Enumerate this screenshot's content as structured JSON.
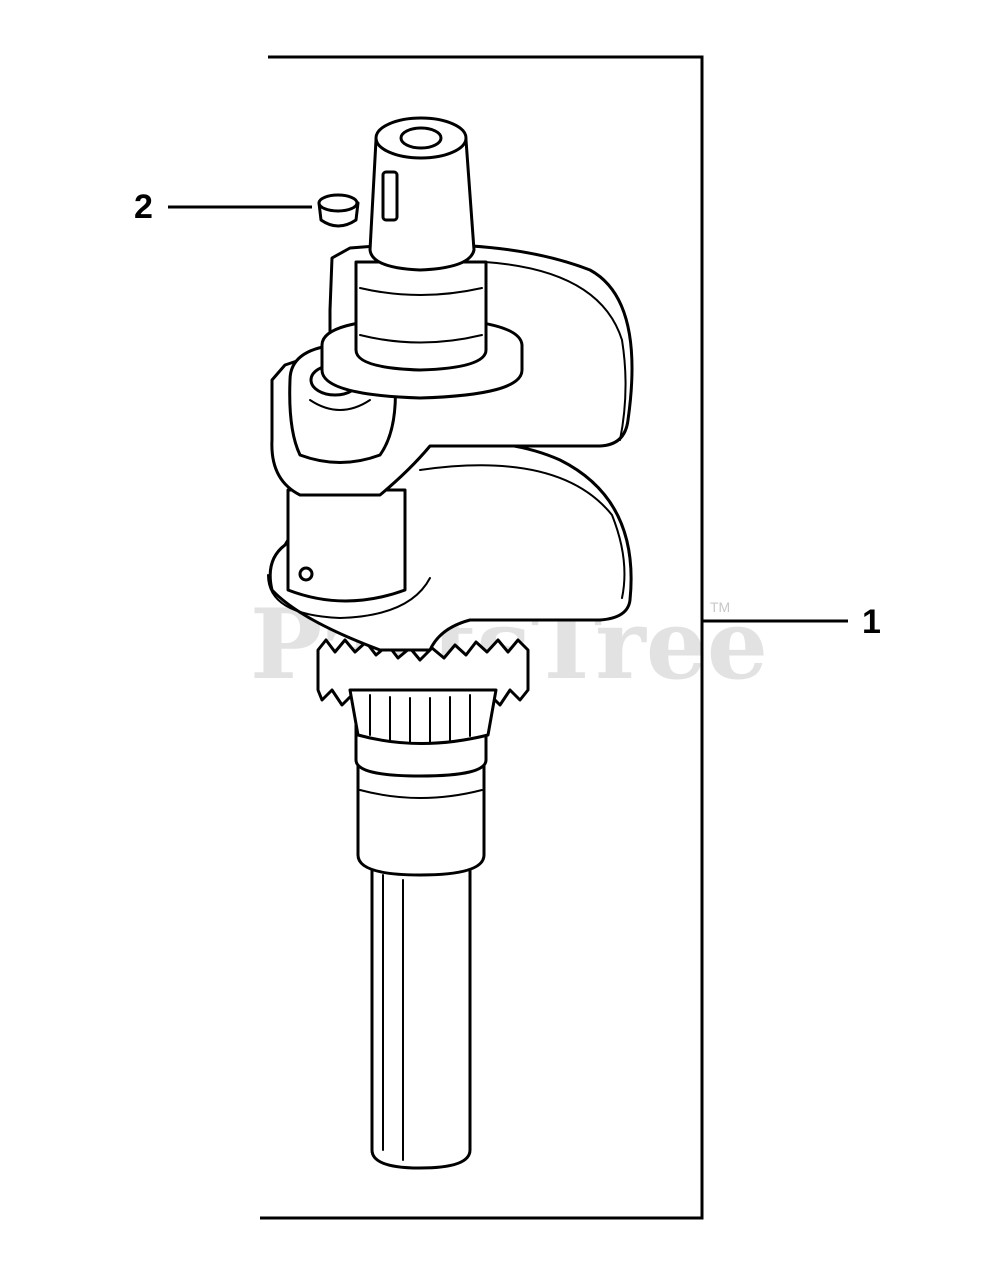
{
  "callouts": [
    {
      "number": "2",
      "part": "bushing"
    },
    {
      "number": "1",
      "part": "crankshaft"
    }
  ],
  "watermark": {
    "text": "PartsTree",
    "trademark": "TM"
  }
}
